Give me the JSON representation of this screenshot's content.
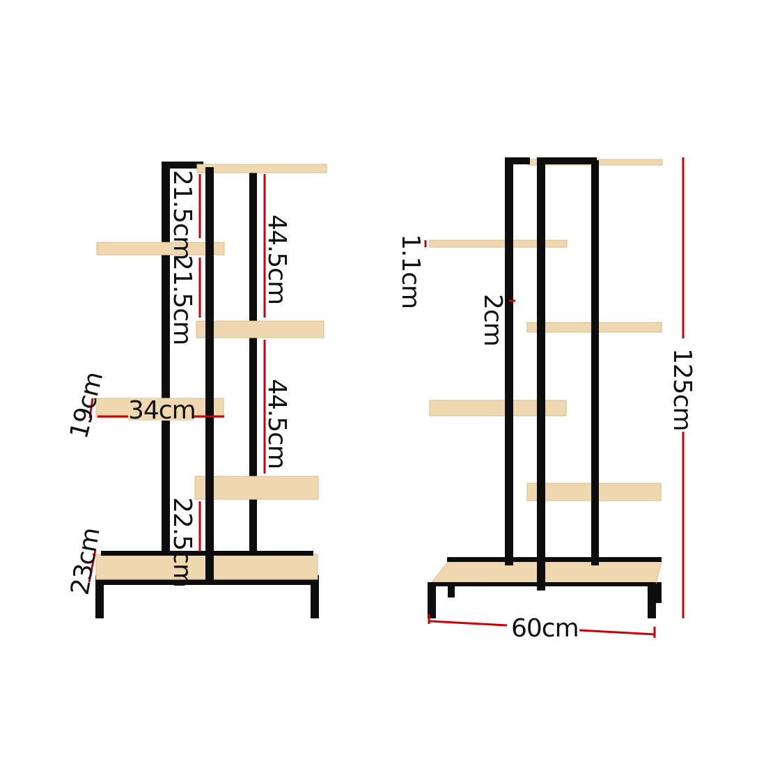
{
  "colors": {
    "frame": "#0d0d0d",
    "wood": "#efd7b0",
    "wood_edge": "#d9bd8e",
    "dimension_line": "#c8000a",
    "text": "#111111",
    "background": "#ffffff"
  },
  "side_view": {
    "labels": {
      "upper_gap_1": "21.5cm",
      "upper_gap_2": "21.5cm",
      "tier_spacing_1": "44.5cm",
      "tier_spacing_2": "44.5cm",
      "lower_gap": "22.5cm",
      "shelf_width": "34cm",
      "shelf_depth": "19cm",
      "base_depth": "23cm"
    }
  },
  "front_view": {
    "labels": {
      "shelf_thickness": "1.1cm",
      "frame_width": "2cm",
      "overall_height": "125cm",
      "overall_width": "60cm"
    }
  }
}
